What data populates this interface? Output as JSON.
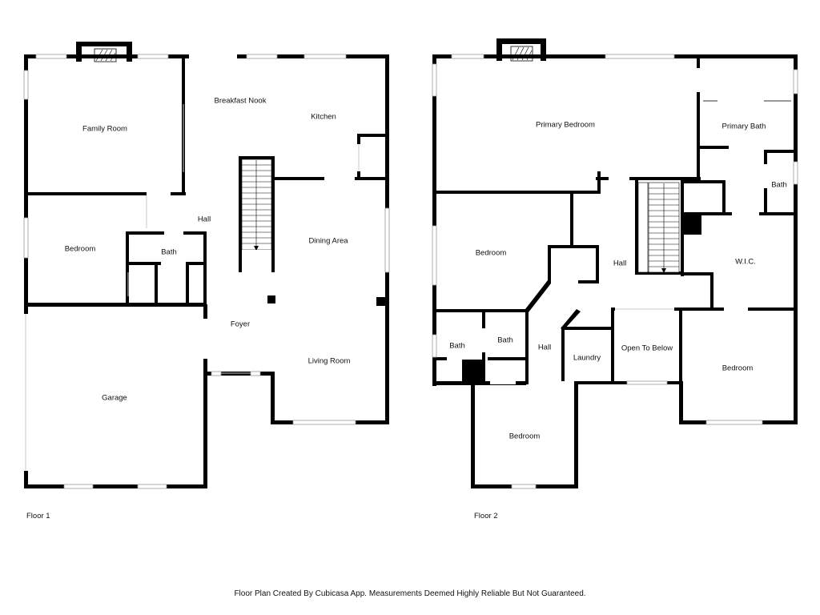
{
  "floors": [
    {
      "label": "Floor 1",
      "rooms": [
        "Family Room",
        "Breakfast Nook",
        "Kitchen",
        "Hall",
        "Bedroom",
        "Bath",
        "Dining Area",
        "Foyer",
        "Living Room",
        "Garage"
      ]
    },
    {
      "label": "Floor 2",
      "rooms": [
        "Primary Bedroom",
        "Primary Bath",
        "Bath",
        "Bedroom",
        "Hall",
        "W.I.C.",
        "Bath",
        "Bath",
        "Hall",
        "Laundry",
        "Open To Below",
        "Bedroom",
        "Bedroom"
      ]
    }
  ],
  "footer": "Floor Plan Created By Cubicasa App. Measurements Deemed Highly Reliable But Not Guaranteed."
}
